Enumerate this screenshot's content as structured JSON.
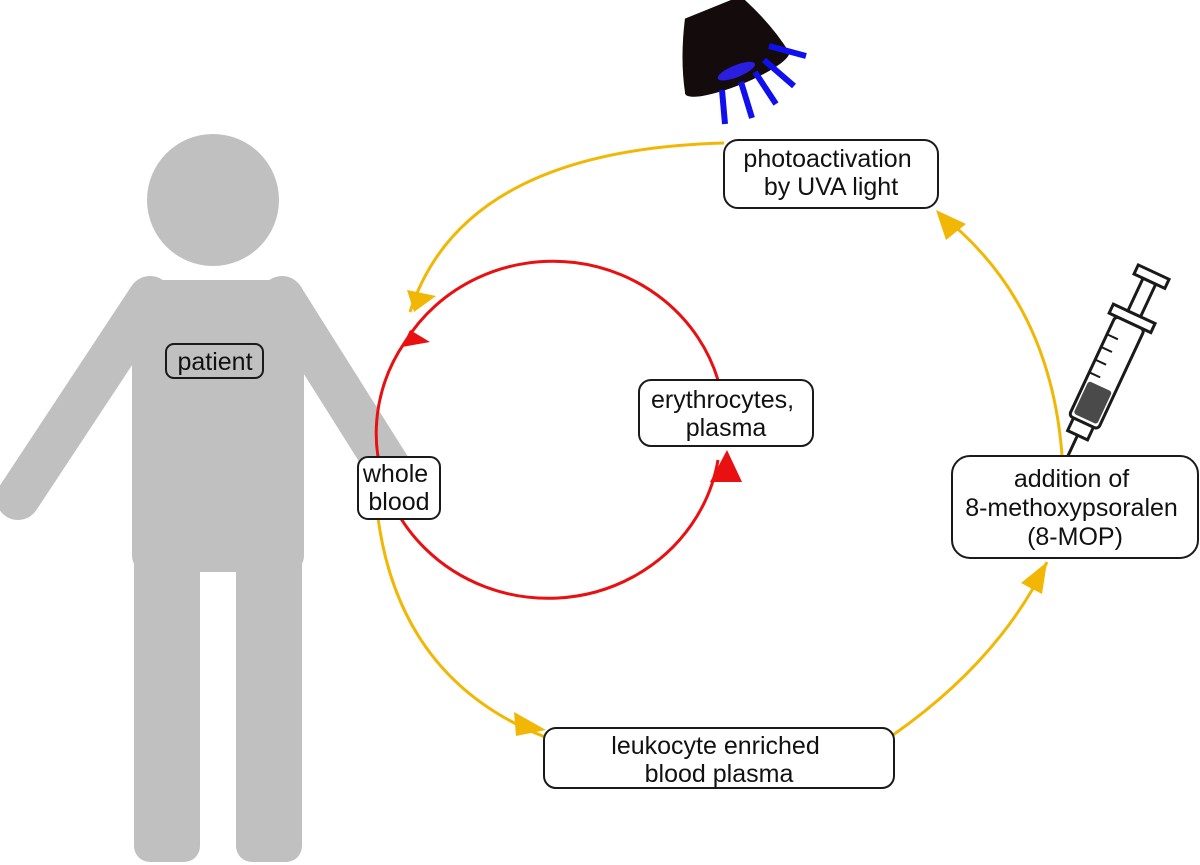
{
  "colors": {
    "figure": "#c0c0c0",
    "orange_flow": "#f2b705",
    "red_flow": "#e81010",
    "lamp_body": "#140c0c",
    "uv_light": "#1010ee",
    "node_border": "#1a1a1a"
  },
  "icons": {
    "patient": "person-silhouette-icon",
    "lamp": "uv-lamp-icon",
    "syringe": "syringe-icon"
  },
  "nodes": {
    "patient": {
      "lines": [
        "patient"
      ]
    },
    "whole_blood": {
      "lines": [
        "whole",
        "blood"
      ]
    },
    "erythrocytes": {
      "lines": [
        "erythrocytes,",
        "plasma"
      ]
    },
    "leukocyte": {
      "lines": [
        "leukocyte enriched",
        "blood plasma"
      ]
    },
    "addition": {
      "lines": [
        "addition of",
        "8-methoxypsoralen",
        "(8-MOP)"
      ]
    },
    "photoactivation": {
      "lines": [
        "photoactivation",
        "by UVA light"
      ]
    }
  }
}
